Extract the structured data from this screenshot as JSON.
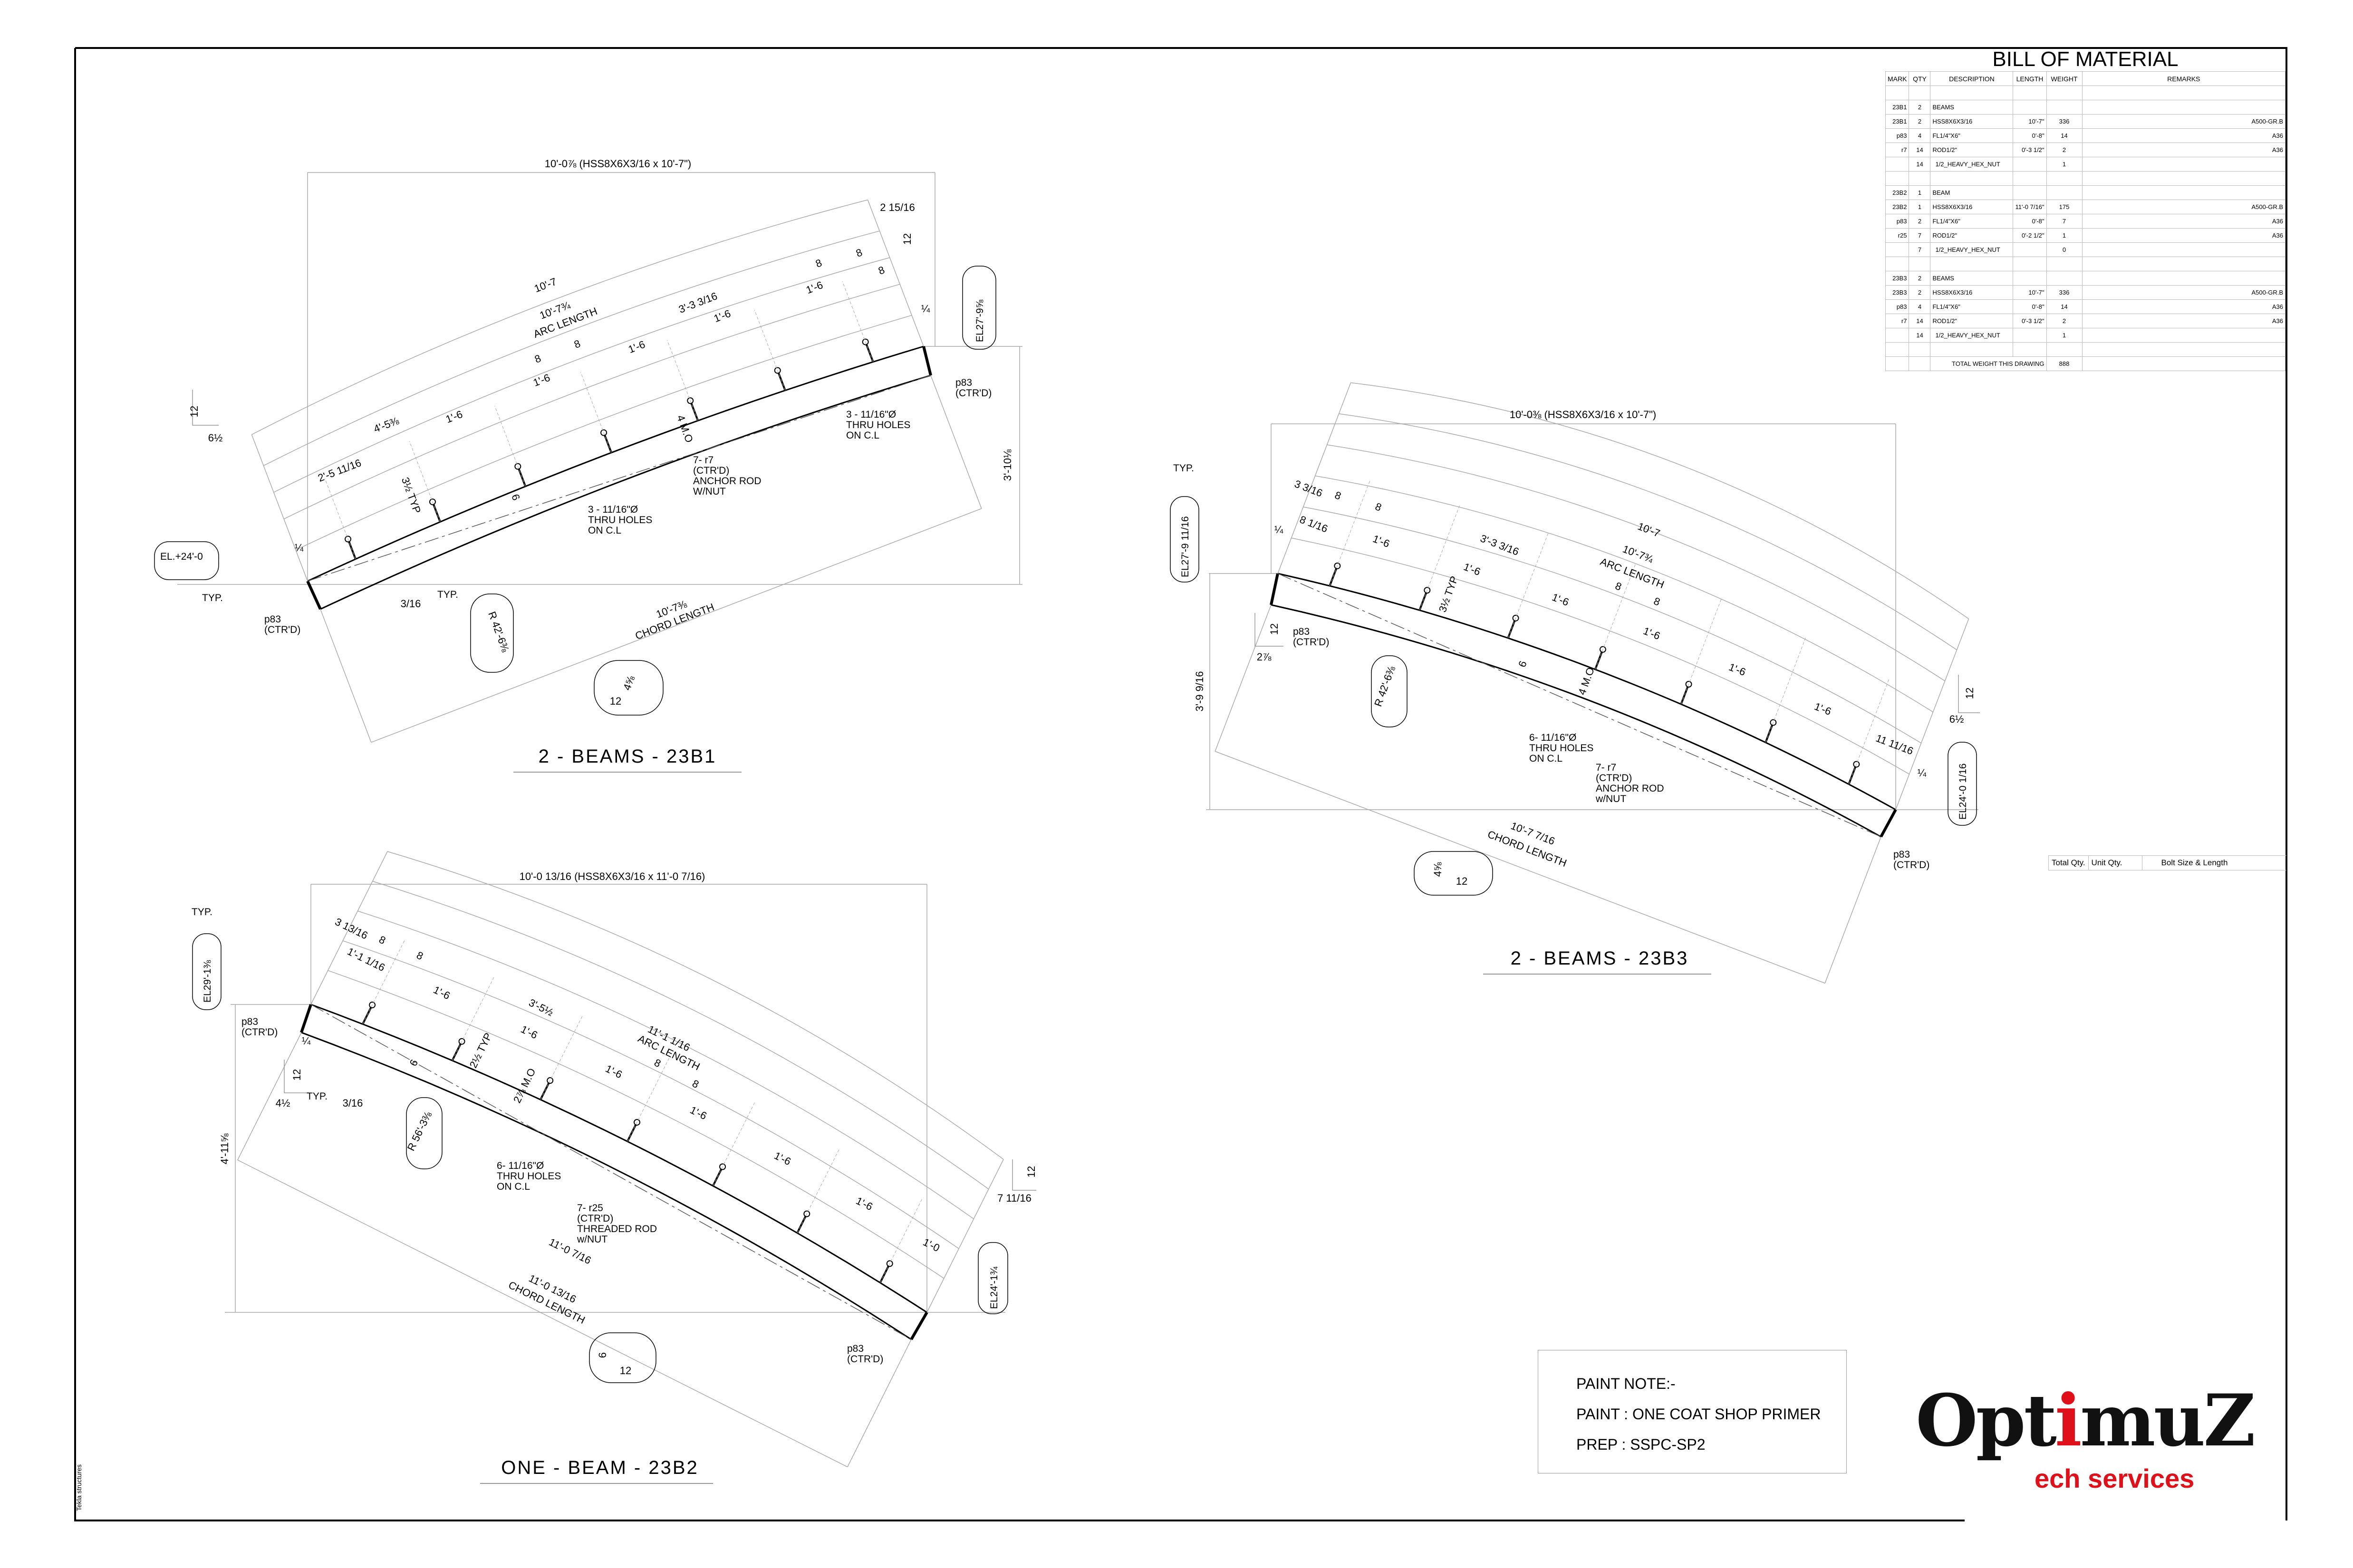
{
  "bom": {
    "title": "BILL OF MATERIAL",
    "headers": [
      "MARK",
      "QTY",
      "DESCRIPTION",
      "LENGTH",
      "WEIGHT",
      "REMARKS"
    ],
    "rows": [
      [
        "",
        "",
        "",
        "",
        "",
        ""
      ],
      [
        "23B1",
        "2",
        "BEAMS",
        "",
        "",
        ""
      ],
      [
        "23B1",
        "2",
        "HSS8X6X3/16",
        "10'-7\"",
        "336",
        "A500-GR.B"
      ],
      [
        "p83",
        "4",
        "FL1/4\"X6\"",
        "0'-8\"",
        "14",
        "A36"
      ],
      [
        "r7",
        "14",
        "ROD1/2\"",
        "0'-3 1/2\"",
        "2",
        "A36"
      ],
      [
        "",
        "14",
        "1/2_HEAVY_HEX_NUT",
        "",
        "1",
        ""
      ],
      [
        "",
        "",
        "",
        "",
        "",
        ""
      ],
      [
        "23B2",
        "1",
        "BEAM",
        "",
        "",
        ""
      ],
      [
        "23B2",
        "1",
        "HSS8X6X3/16",
        "11'-0 7/16\"",
        "175",
        "A500-GR.B"
      ],
      [
        "p83",
        "2",
        "FL1/4\"X6\"",
        "0'-8\"",
        "7",
        "A36"
      ],
      [
        "r25",
        "7",
        "ROD1/2\"",
        "0'-2 1/2\"",
        "1",
        "A36"
      ],
      [
        "",
        "7",
        "1/2_HEAVY_HEX_NUT",
        "",
        "0",
        ""
      ],
      [
        "",
        "",
        "",
        "",
        "",
        ""
      ],
      [
        "23B3",
        "2",
        "BEAMS",
        "",
        "",
        ""
      ],
      [
        "23B3",
        "2",
        "HSS8X6X3/16",
        "10'-7\"",
        "336",
        "A500-GR.B"
      ],
      [
        "p83",
        "4",
        "FL1/4\"X6\"",
        "0'-8\"",
        "14",
        "A36"
      ],
      [
        "r7",
        "14",
        "ROD1/2\"",
        "0'-3 1/2\"",
        "2",
        "A36"
      ],
      [
        "",
        "14",
        "1/2_HEAVY_HEX_NUT",
        "",
        "1",
        ""
      ],
      [
        "",
        "",
        "",
        "",
        "",
        ""
      ]
    ],
    "total_label": "TOTAL WEIGHT THIS DRAWING",
    "total_weight": "888"
  },
  "bolt_table": {
    "headers": [
      "Total Qty.",
      "Unit Qty.",
      "Bolt Size & Length"
    ]
  },
  "paint_note": {
    "title": "PAINT NOTE:-",
    "paint": "PAINT : ONE COAT SHOP PRIMER",
    "prep": "PREP : SSPC-SP2"
  },
  "logo": {
    "text_a": "Opt",
    "text_i": "i",
    "text_b": "muZ",
    "sub": "ech services"
  },
  "software": "Tekla structures",
  "b1": {
    "title": "2 - BEAMS - 23B1",
    "overall": "10'-0⅞ (HSS8X6X3/16 x 10'-7\")",
    "arc1": "10'-7",
    "arc2": "10'-7¾",
    "arc_label": "ARC LENGTH",
    "d": [
      "3'-3 3/16",
      "1'-6",
      "1'-6",
      "8",
      "8",
      "8",
      "2 15/16",
      "12",
      "¼",
      "8",
      "8",
      "1'-6",
      "1'-6",
      "4'-5⅜",
      "1'-6",
      "2'-5 11/16",
      "3½ TYP",
      "6",
      "4 M.O",
      "12",
      "6½",
      "¼",
      "3/16",
      "12",
      "4⅝"
    ],
    "el_left": "EL.+24'-0",
    "el_right": "EL27'-9⅝",
    "typ": "TYP.",
    "plate": "p83",
    "ctrd": "(CTR'D)",
    "radius": "R 42'-6⅜",
    "chord": "10'-7⅜",
    "chord_label": "CHORD LENGTH",
    "rise": "3'-10⅛",
    "holes": [
      "3 - 11/16\"Ø",
      "THRU HOLES",
      "ON C.L"
    ],
    "rod": [
      "7- r7",
      "(CTR'D)",
      "ANCHOR ROD",
      "W/NUT"
    ]
  },
  "b3": {
    "title": "2 - BEAMS - 23B3",
    "overall": "10'-0⅜ (HSS8X6X3/16 x 10'-7\")",
    "arc1": "10'-7",
    "arc2": "10'-7¾",
    "arc_label": "ARC LENGTH",
    "d": [
      "3 3/16",
      "8",
      "8",
      "8 1/16",
      "¼",
      "1'-6",
      "3'-3 3/16",
      "1'-6",
      "3½ TYP",
      "1'-6",
      "8",
      "8",
      "1'-6",
      "6",
      "4 M.O",
      "1'-6",
      "1'-6",
      "11 11/16",
      "¼",
      "12",
      "6½",
      "12",
      "2⅞",
      "12",
      "4⅝"
    ],
    "el_left": "EL27'-9 11/16",
    "el_right": "EL24'-0 1/16",
    "typ": "TYP.",
    "plate": "p83",
    "ctrd": "(CTR'D)",
    "radius": "R 42'-6⅜",
    "chord": "10'-7 7/16",
    "chord_label": "CHORD LENGTH",
    "rise": "3'-9 9/16",
    "holes": [
      "6- 11/16\"Ø",
      "THRU HOLES",
      "ON C.L"
    ],
    "rod": [
      "7- r7",
      "(CTR'D)",
      "ANCHOR ROD",
      "w/NUT"
    ]
  },
  "b2": {
    "title": "ONE - BEAM - 23B2",
    "overall": "10'-0 13/16 (HSS8X6X3/16 x 11'-0 7/16)",
    "arc1": "11'-0 7/16",
    "arc2": "11'-1 1/16",
    "arc_label": "ARC LENGTH",
    "d": [
      "3 13/16",
      "8",
      "8",
      "1'-1 1/16",
      "1'-6",
      "3'-5½",
      "1'-6",
      "¼",
      "12",
      "4½",
      "2½ TYP",
      "6",
      "2⅞ M.O",
      "3/16",
      "1'-6",
      "8",
      "8",
      "1'-6",
      "1'-6",
      "1'-6",
      "1'-0",
      "12",
      "7 11/16",
      "6",
      "12"
    ],
    "el_left": "EL29'-1⅜",
    "el_right": "EL24'-1¾",
    "typ": "TYP.",
    "plate": "p83",
    "ctrd": "(CTR'D)",
    "radius": "R 56'-3⅜",
    "chord": "11'-0 13/16",
    "chord_label": "CHORD LENGTH",
    "rise": "4'-11⅝",
    "holes": [
      "6- 11/16\"Ø",
      "THRU HOLES",
      "ON C.L"
    ],
    "rod": [
      "7- r25",
      "(CTR'D)",
      "THREADED ROD",
      "w/NUT"
    ]
  },
  "colors": {
    "line": "#000000",
    "dimline": "#9a9a9a",
    "logo_red": "#e0101a"
  }
}
